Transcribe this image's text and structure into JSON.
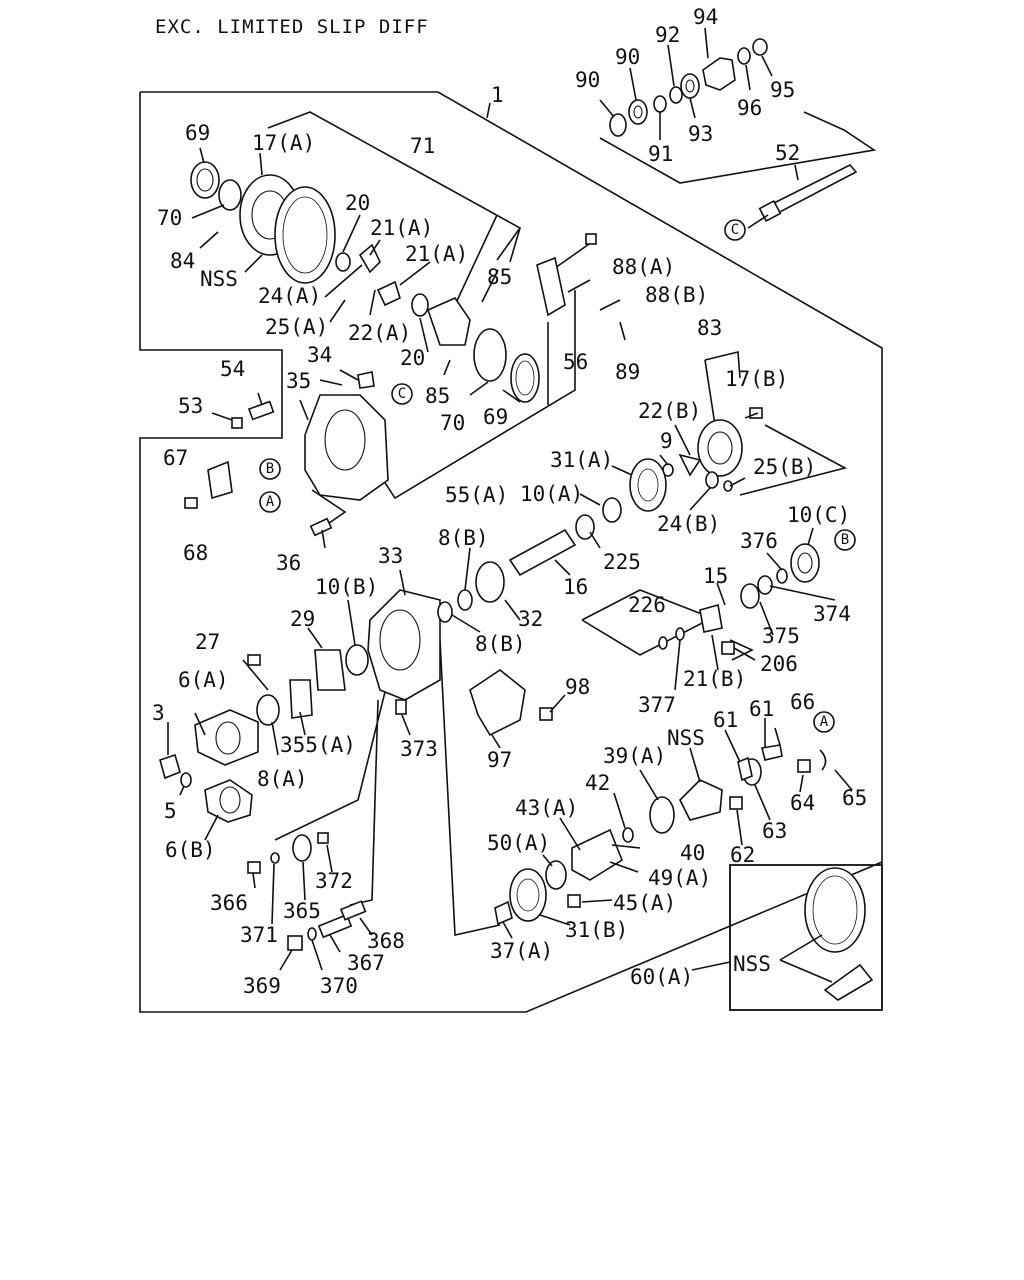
{
  "title": "EXC. LIMITED SLIP DIFF",
  "callouts": [
    {
      "id": "c1",
      "text": "1"
    },
    {
      "id": "c94",
      "text": "94"
    },
    {
      "id": "c92",
      "text": "92"
    },
    {
      "id": "c90a",
      "text": "90"
    },
    {
      "id": "c90b",
      "text": "90"
    },
    {
      "id": "c95",
      "text": "95"
    },
    {
      "id": "c96",
      "text": "96"
    },
    {
      "id": "c93",
      "text": "93"
    },
    {
      "id": "c91",
      "text": "91"
    },
    {
      "id": "c52",
      "text": "52"
    },
    {
      "id": "c69a",
      "text": "69"
    },
    {
      "id": "c17a",
      "text": "17(A)"
    },
    {
      "id": "c71",
      "text": "71"
    },
    {
      "id": "c20a",
      "text": "20"
    },
    {
      "id": "c70a",
      "text": "70"
    },
    {
      "id": "c21a1",
      "text": "21(A)"
    },
    {
      "id": "c21a2",
      "text": "21(A)"
    },
    {
      "id": "c84",
      "text": "84"
    },
    {
      "id": "cnss1",
      "text": "NSS"
    },
    {
      "id": "c85a",
      "text": "85"
    },
    {
      "id": "c88a",
      "text": "88(A)"
    },
    {
      "id": "c24a",
      "text": "24(A)"
    },
    {
      "id": "c88b",
      "text": "88(B)"
    },
    {
      "id": "c25a",
      "text": "25(A)"
    },
    {
      "id": "c22a",
      "text": "22(A)"
    },
    {
      "id": "c20b",
      "text": "20"
    },
    {
      "id": "c89",
      "text": "89"
    },
    {
      "id": "c83",
      "text": "83"
    },
    {
      "id": "c56",
      "text": "56"
    },
    {
      "id": "c34",
      "text": "34"
    },
    {
      "id": "c54",
      "text": "54"
    },
    {
      "id": "c35",
      "text": "35"
    },
    {
      "id": "c85b",
      "text": "85"
    },
    {
      "id": "c17b",
      "text": "17(B)"
    },
    {
      "id": "c53",
      "text": "53"
    },
    {
      "id": "c70b",
      "text": "70"
    },
    {
      "id": "c69b",
      "text": "69"
    },
    {
      "id": "c22b",
      "text": "22(B)"
    },
    {
      "id": "c9",
      "text": "9"
    },
    {
      "id": "c67",
      "text": "67"
    },
    {
      "id": "c31a",
      "text": "31(A)"
    },
    {
      "id": "c25b",
      "text": "25(B)"
    },
    {
      "id": "c55a",
      "text": "55(A)"
    },
    {
      "id": "c10a",
      "text": "10(A)"
    },
    {
      "id": "c24b",
      "text": "24(B)"
    },
    {
      "id": "c10c",
      "text": "10(C)"
    },
    {
      "id": "c68",
      "text": "68"
    },
    {
      "id": "c376",
      "text": "376"
    },
    {
      "id": "c8b1",
      "text": "8(B)"
    },
    {
      "id": "c33",
      "text": "33"
    },
    {
      "id": "c36",
      "text": "36"
    },
    {
      "id": "c225",
      "text": "225"
    },
    {
      "id": "c16",
      "text": "16"
    },
    {
      "id": "c15",
      "text": "15"
    },
    {
      "id": "c10b",
      "text": "10(B)"
    },
    {
      "id": "c226",
      "text": "226"
    },
    {
      "id": "c374",
      "text": "374"
    },
    {
      "id": "c29",
      "text": "29"
    },
    {
      "id": "c32",
      "text": "32"
    },
    {
      "id": "c375",
      "text": "375"
    },
    {
      "id": "c27",
      "text": "27"
    },
    {
      "id": "c8b2",
      "text": "8(B)"
    },
    {
      "id": "c206",
      "text": "206"
    },
    {
      "id": "c6a",
      "text": "6(A)"
    },
    {
      "id": "c21b",
      "text": "21(B)"
    },
    {
      "id": "c98",
      "text": "98"
    },
    {
      "id": "c66",
      "text": "66"
    },
    {
      "id": "c3",
      "text": "3"
    },
    {
      "id": "c377",
      "text": "377"
    },
    {
      "id": "c61a",
      "text": "61"
    },
    {
      "id": "c61b",
      "text": "61"
    },
    {
      "id": "c355a",
      "text": "355(A)"
    },
    {
      "id": "c373",
      "text": "373"
    },
    {
      "id": "cnss2",
      "text": "NSS"
    },
    {
      "id": "c97",
      "text": "97"
    },
    {
      "id": "c39a",
      "text": "39(A)"
    },
    {
      "id": "c8a",
      "text": "8(A)"
    },
    {
      "id": "c5",
      "text": "5"
    },
    {
      "id": "c42",
      "text": "42"
    },
    {
      "id": "c65",
      "text": "65"
    },
    {
      "id": "c64",
      "text": "64"
    },
    {
      "id": "c43a",
      "text": "43(A)"
    },
    {
      "id": "c63",
      "text": "63"
    },
    {
      "id": "c6b",
      "text": "6(B)"
    },
    {
      "id": "c50a",
      "text": "50(A)"
    },
    {
      "id": "c40",
      "text": "40"
    },
    {
      "id": "c62",
      "text": "62"
    },
    {
      "id": "c372",
      "text": "372"
    },
    {
      "id": "c49a",
      "text": "49(A)"
    },
    {
      "id": "c366",
      "text": "366"
    },
    {
      "id": "c45a",
      "text": "45(A)"
    },
    {
      "id": "c365",
      "text": "365"
    },
    {
      "id": "c31b",
      "text": "31(B)"
    },
    {
      "id": "c371",
      "text": "371"
    },
    {
      "id": "c368",
      "text": "368"
    },
    {
      "id": "c367",
      "text": "367"
    },
    {
      "id": "c37a",
      "text": "37(A)"
    },
    {
      "id": "cnss3",
      "text": "NSS"
    },
    {
      "id": "c60a",
      "text": "60(A)"
    },
    {
      "id": "c369",
      "text": "369"
    },
    {
      "id": "c370",
      "text": "370"
    }
  ],
  "circled_refs": [
    {
      "id": "rc1",
      "text": "C"
    },
    {
      "id": "rc2",
      "text": "C"
    },
    {
      "id": "rb1",
      "text": "B"
    },
    {
      "id": "rb2",
      "text": "B"
    },
    {
      "id": "ra1",
      "text": "A"
    },
    {
      "id": "ra2",
      "text": "A"
    }
  ]
}
